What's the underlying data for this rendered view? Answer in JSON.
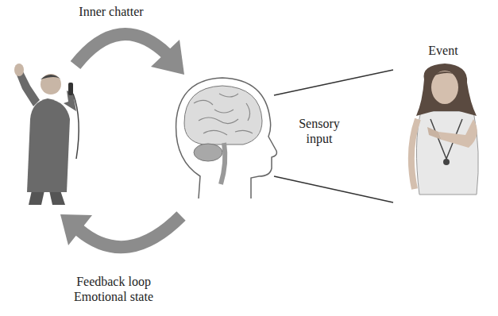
{
  "diagram": {
    "labels": [
      "Inner chatter",
      "Sensory input",
      "Event",
      "Feedback loop Emotional state"
    ]
  }
}
